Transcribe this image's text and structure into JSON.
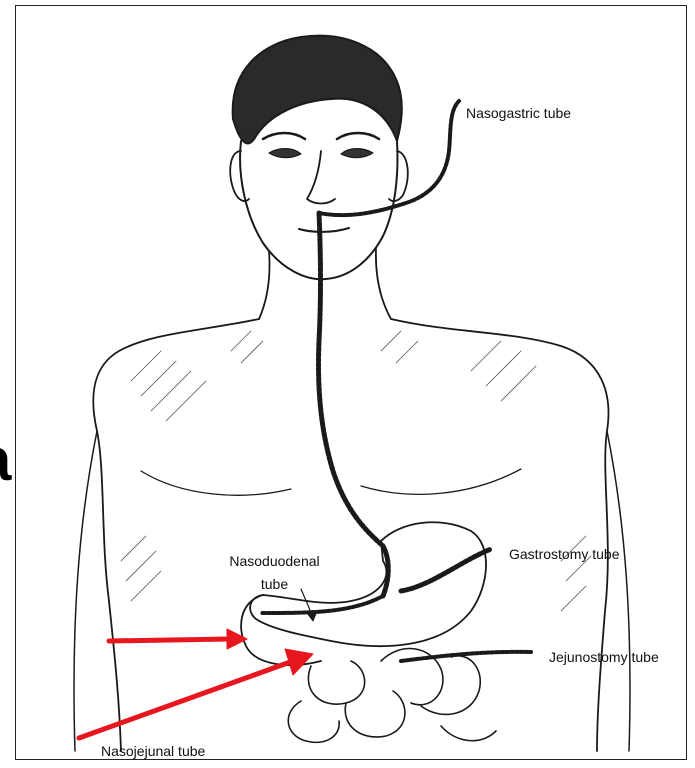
{
  "labels": {
    "nasogastric": "Nasogastric tube",
    "nasoduodenal_line1": "Nasoduodenal",
    "nasoduodenal_line2": "tube",
    "gastrostomy": "Gastrostomy tube",
    "jejunostomy": "Jejunostomy tube",
    "nasojejunal": "Nasojejunal tube"
  },
  "cut_off_text": "a",
  "colors": {
    "line": "#1a1a1a",
    "arrow": "#e8171f",
    "frame": "#222222"
  }
}
